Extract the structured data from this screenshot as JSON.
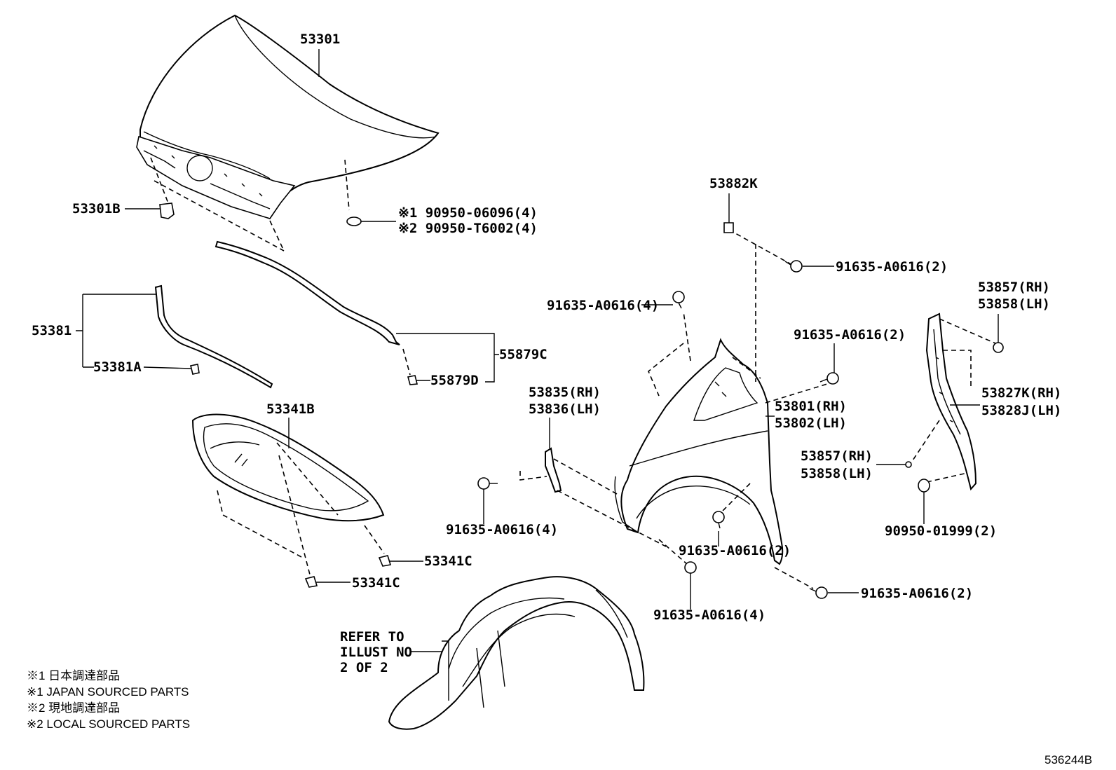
{
  "diagram": {
    "drawing_number": "536244B",
    "labels": {
      "l_53301": "53301",
      "l_53301B": "53301B",
      "l_note1_code": "※1 90950-06096(4)",
      "l_note2_code": "※2 90950-T6002(4)",
      "l_53882K": "53882K",
      "l_91635_top": "91635-A0616(2)",
      "l_53857_top": "53857(RH)",
      "l_53858_top": "53858(LH)",
      "l_91635_4a": "91635-A0616(4)",
      "l_91635_2b": "91635-A0616(2)",
      "l_53381": "53381",
      "l_53381A": "53381A",
      "l_55879C": "55879C",
      "l_55879D": "55879D",
      "l_53827K": "53827K(RH)",
      "l_53828J": "53828J(LH)",
      "l_53801": "53801(RH)",
      "l_53802": "53802(LH)",
      "l_53835": "53835(RH)",
      "l_53836": "53836(LH)",
      "l_53341B": "53341B",
      "l_53857_mid": "53857(RH)",
      "l_53858_mid": "53858(LH)",
      "l_91635_4b": "91635-A0616(4)",
      "l_91635_2c": "91635-A0616(2)",
      "l_90950_01999": "90950-01999(2)",
      "l_53341C_a": "53341C",
      "l_53341C_b": "53341C",
      "l_91635_2d": "91635-A0616(2)",
      "l_91635_4c": "91635-A0616(4)",
      "l_refer1": "REFER TO",
      "l_refer2": "ILLUST NO",
      "l_refer3": "2 OF 2"
    },
    "legend": [
      "※1 日本調達部品",
      "※1 JAPAN SOURCED PARTS",
      "※2 現地調達部品",
      "※2 LOCAL SOURCED PARTS"
    ]
  }
}
